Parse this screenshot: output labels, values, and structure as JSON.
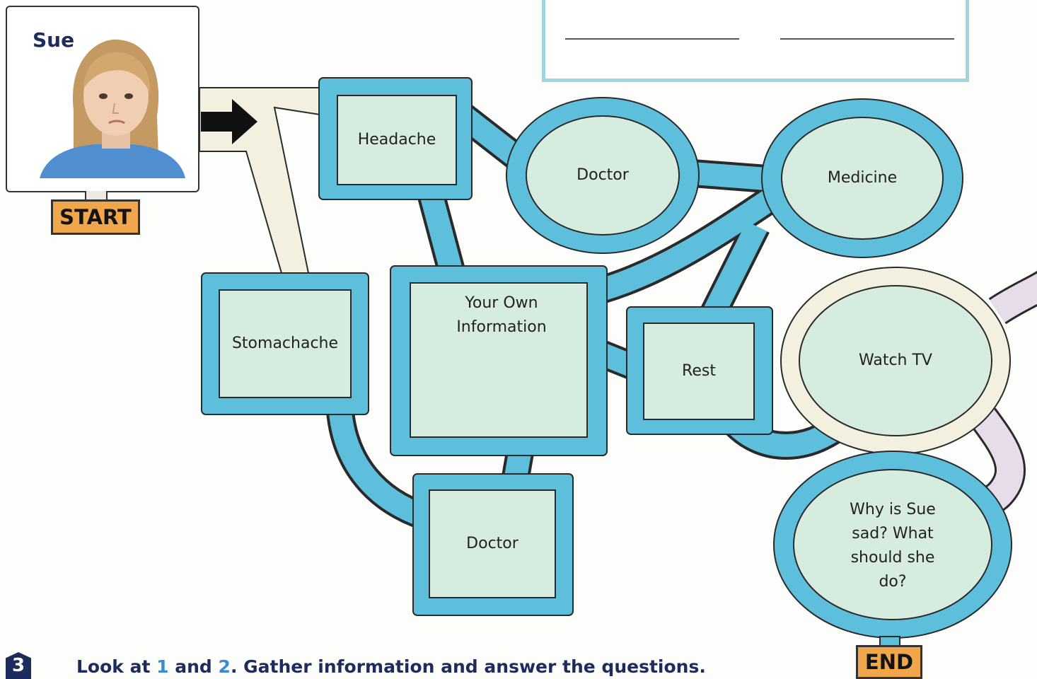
{
  "character": {
    "name": "Sue"
  },
  "tags": {
    "start": "START",
    "end": "END"
  },
  "nodes": {
    "headache": "Headache",
    "doctor_oval": "Doctor",
    "medicine": "Medicine",
    "stomachache": "Stomachache",
    "your_own_information": "Your Own Information",
    "rest": "Rest",
    "watch_tv": "Watch TV",
    "doctor_square": "Doctor",
    "end_question": "Why is Sue sad? What should she do?"
  },
  "exercise": {
    "number": "3",
    "instruction_prefix": "Look at ",
    "ref1": "1",
    "instruction_middle": " and ",
    "ref2": "2",
    "instruction_suffix": ". Gather information and answer the questions."
  },
  "colors": {
    "path_blue": "#5ebfdc",
    "fill_green": "#d6ecde",
    "path_cream": "#f3f0e0",
    "path_lilac": "#e6dcea",
    "tag_orange": "#f0a64b",
    "title_navy": "#1d2c5c"
  }
}
